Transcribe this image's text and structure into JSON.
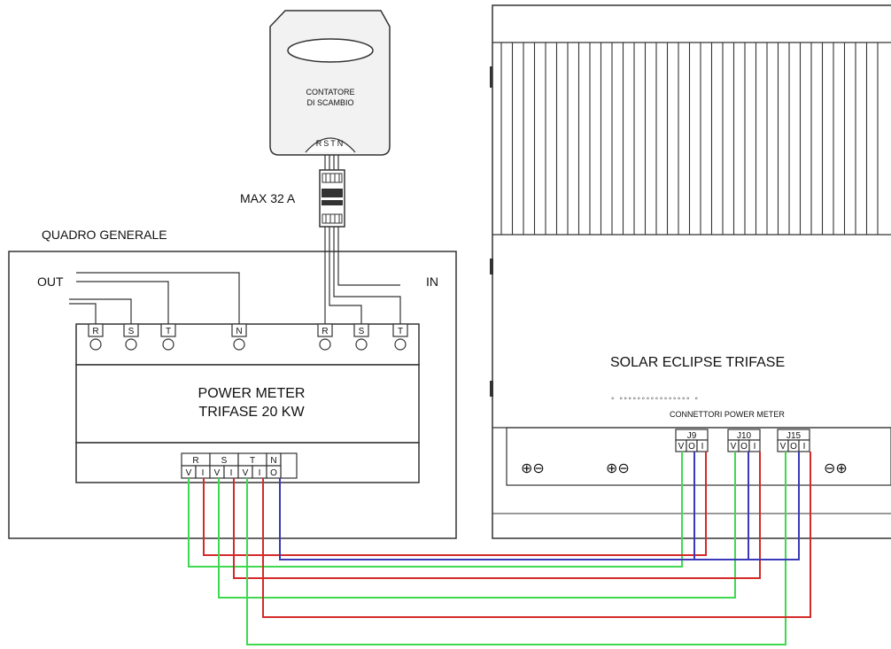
{
  "meter": {
    "label_line1": "CONTATORE",
    "label_line2": "DI SCAMBIO",
    "terminals": "RSTN"
  },
  "breaker": {
    "label": "MAX 32 A"
  },
  "panel": {
    "title": "QUADRO GENERALE",
    "out_label": "OUT",
    "in_label": "IN"
  },
  "power_meter": {
    "title_line1": "POWER METER",
    "title_line2": "TRIFASE 20 KW",
    "top_terminals": [
      "R",
      "S",
      "T",
      "N",
      "R",
      "S",
      "T"
    ],
    "bottom_groups": [
      "R",
      "S",
      "T",
      "N"
    ],
    "bottom_pins": [
      "V",
      "I",
      "V",
      "I",
      "V",
      "I",
      "O"
    ]
  },
  "inverter": {
    "title": "SOLAR ECLIPSE TRIFASE",
    "connectors_label": "CONNETTORI POWER METER",
    "dots": "◦  ◦◦◦◦◦◦◦◦◦◦◦◦◦◦◦◦  ◦",
    "connectors": [
      {
        "name": "J9",
        "pins": [
          "V",
          "O",
          "I"
        ]
      },
      {
        "name": "J10",
        "pins": [
          "V",
          "O",
          "I"
        ]
      },
      {
        "name": "J15",
        "pins": [
          "V",
          "O",
          "I"
        ]
      }
    ],
    "polarity_symbols": [
      "⊕⊖",
      "⊕⊖",
      "⊖⊕"
    ]
  },
  "colors": {
    "voltage_wire": "#3fd94f",
    "current_wire": "#d42a2a",
    "neutral_wire": "#3a3ab8",
    "line": "#333333"
  }
}
